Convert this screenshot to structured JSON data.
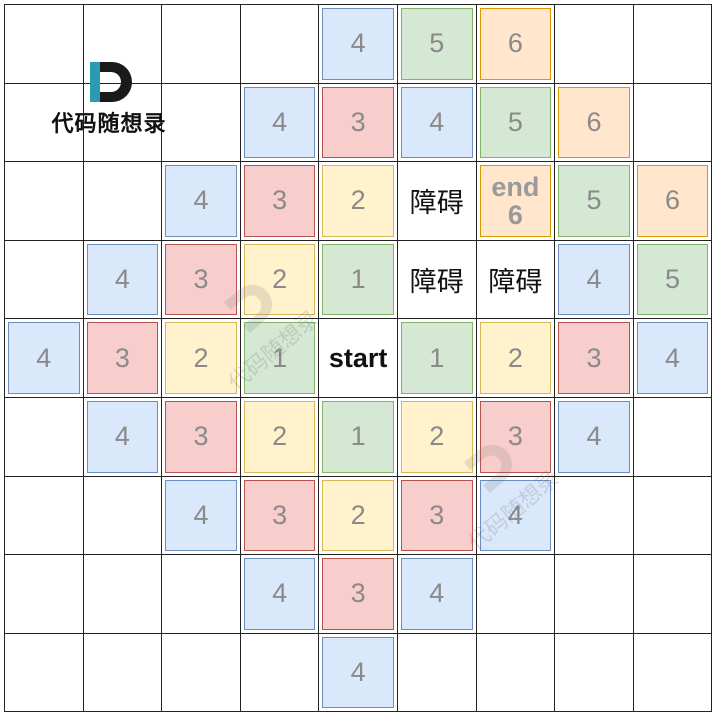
{
  "grid": {
    "rows": [
      [
        null,
        null,
        null,
        null,
        {
          "t": "4",
          "c": "blue"
        },
        {
          "t": "5",
          "c": "green"
        },
        {
          "t": "6",
          "c": "orange"
        },
        null,
        null
      ],
      [
        null,
        null,
        null,
        {
          "t": "4",
          "c": "blue"
        },
        {
          "t": "3",
          "c": "red"
        },
        {
          "t": "4",
          "c": "blue"
        },
        {
          "t": "5",
          "c": "green"
        },
        {
          "t": "6",
          "c": "orange"
        },
        null
      ],
      [
        null,
        null,
        {
          "t": "4",
          "c": "blue"
        },
        {
          "t": "3",
          "c": "red"
        },
        {
          "t": "2",
          "c": "yellow"
        },
        {
          "k": "obstacle"
        },
        {
          "k": "end"
        },
        {
          "t": "5",
          "c": "green"
        },
        {
          "t": "6",
          "c": "orange"
        }
      ],
      [
        null,
        {
          "t": "4",
          "c": "blue"
        },
        {
          "t": "3",
          "c": "red"
        },
        {
          "t": "2",
          "c": "yellow"
        },
        {
          "t": "1",
          "c": "green"
        },
        {
          "k": "obstacle"
        },
        {
          "k": "obstacle"
        },
        {
          "t": "4",
          "c": "blue"
        },
        {
          "t": "5",
          "c": "green"
        }
      ],
      [
        {
          "t": "4",
          "c": "blue"
        },
        {
          "t": "3",
          "c": "red"
        },
        {
          "t": "2",
          "c": "yellow"
        },
        {
          "t": "1",
          "c": "green"
        },
        {
          "k": "start"
        },
        {
          "t": "1",
          "c": "green"
        },
        {
          "t": "2",
          "c": "yellow"
        },
        {
          "t": "3",
          "c": "red"
        },
        {
          "t": "4",
          "c": "blue"
        }
      ],
      [
        null,
        {
          "t": "4",
          "c": "blue"
        },
        {
          "t": "3",
          "c": "red"
        },
        {
          "t": "2",
          "c": "yellow"
        },
        {
          "t": "1",
          "c": "green"
        },
        {
          "t": "2",
          "c": "yellow"
        },
        {
          "t": "3",
          "c": "red"
        },
        {
          "t": "4",
          "c": "blue"
        },
        null
      ],
      [
        null,
        null,
        {
          "t": "4",
          "c": "blue"
        },
        {
          "t": "3",
          "c": "red"
        },
        {
          "t": "2",
          "c": "yellow"
        },
        {
          "t": "3",
          "c": "red"
        },
        {
          "t": "4",
          "c": "blue"
        },
        null,
        null
      ],
      [
        null,
        null,
        null,
        {
          "t": "4",
          "c": "blue"
        },
        {
          "t": "3",
          "c": "red"
        },
        {
          "t": "4",
          "c": "blue"
        },
        null,
        null,
        null
      ],
      [
        null,
        null,
        null,
        null,
        {
          "t": "4",
          "c": "blue"
        },
        null,
        null,
        null,
        null
      ]
    ],
    "labels": {
      "start": "start",
      "obstacle": "障碍",
      "end_line1": "end",
      "end_line2": "6"
    }
  },
  "logo": {
    "letter": "D",
    "text": "代码随想录"
  },
  "colors": {
    "blue": "#dae8fc",
    "red": "#f8cecc",
    "yellow": "#fff2cc",
    "green": "#d5e8d4",
    "orange": "#ffe6cc"
  }
}
